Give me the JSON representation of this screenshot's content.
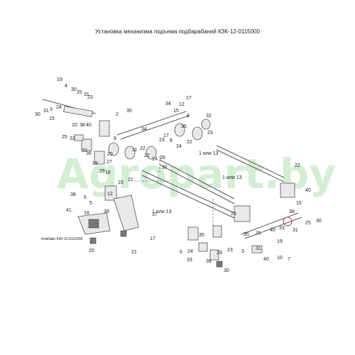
{
  "title": "Установка механизма подъема подбарабаний КЗК-12-0115000",
  "watermark": "Agropart.by",
  "note_connector": "Комбайн КЗК-12-0115000",
  "labels": {
    "l1": "1 или 13",
    "l2": "1 или 13",
    "l3": "1 или 13"
  },
  "callouts": [
    "19",
    "4",
    "30",
    "25",
    "31",
    "23",
    "30",
    "31",
    "3",
    "24",
    "15",
    "10",
    "38",
    "40",
    "2",
    "35",
    "25",
    "33",
    "34",
    "12",
    "17",
    "15",
    "17",
    "35",
    "8",
    "24",
    "22",
    "34",
    "23",
    "22",
    "22",
    "9",
    "36",
    "23",
    "22",
    "11",
    "20",
    "8",
    "32",
    "26",
    "39",
    "28",
    "27",
    "14",
    "15",
    "21",
    "6",
    "5",
    "18",
    "39",
    "16",
    "37",
    "41",
    "37",
    "38",
    "12",
    "20",
    "17",
    "21",
    "6",
    "24",
    "35",
    "33",
    "36",
    "29",
    "30",
    "23",
    "3",
    "35",
    "31",
    "40",
    "19",
    "33",
    "31",
    "25",
    "30",
    "38",
    "15",
    "40",
    "22",
    "31",
    "40",
    "7",
    "23",
    "10"
  ],
  "colors": {
    "accent_mark": "#c0392b",
    "watermark": "#3fb53f"
  }
}
